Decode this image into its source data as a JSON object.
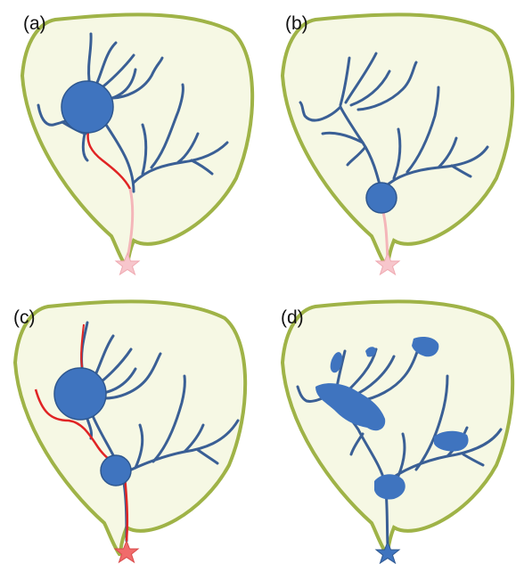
{
  "panels": [
    {
      "label": "(a)"
    },
    {
      "label": "(b)"
    },
    {
      "label": "(c)"
    },
    {
      "label": "(d)"
    }
  ],
  "colors": {
    "outline": "#9fb347",
    "outline_shadow": "#6f8a2c",
    "fill": "#f6f8e4",
    "channel": "#3a5f95",
    "node": "#3f74bf",
    "node_stroke": "#2e578f",
    "highlight_path": "#e02424",
    "faded_path": "#f4b6b9",
    "star_faded": "#f7c6cc",
    "star_red": "#f06b6b",
    "star_blue": "#3f74bf"
  }
}
